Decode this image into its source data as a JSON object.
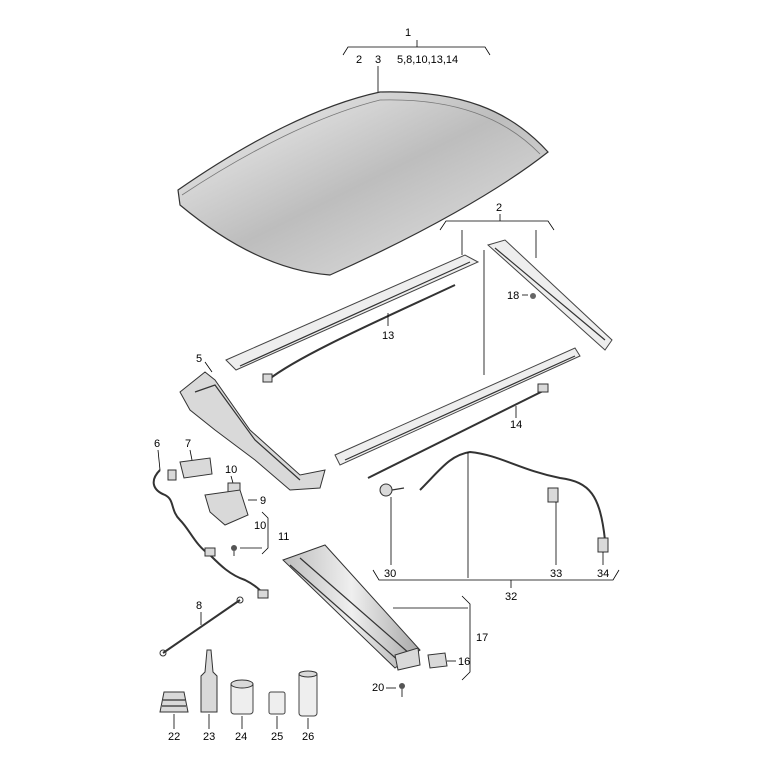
{
  "callouts": {
    "c1": "1",
    "c1_sub_2": "2",
    "c1_sub_3": "3",
    "c1_sub_rest": "5,8,10,13,14",
    "c2": "2",
    "c18": "18",
    "c13": "13",
    "c5": "5",
    "c14": "14",
    "c6": "6",
    "c7": "7",
    "c10a": "10",
    "c9": "9",
    "c10b": "10",
    "c11": "11",
    "c30": "30",
    "c33": "33",
    "c34": "34",
    "c32": "32",
    "c8": "8",
    "c17": "17",
    "c16": "16",
    "c20": "20",
    "c22": "22",
    "c23": "23",
    "c24": "24",
    "c25": "25",
    "c26": "26"
  },
  "colors": {
    "glass_light": "#eeeeee",
    "glass_dark": "#9a9a9a",
    "line": "#000000"
  }
}
